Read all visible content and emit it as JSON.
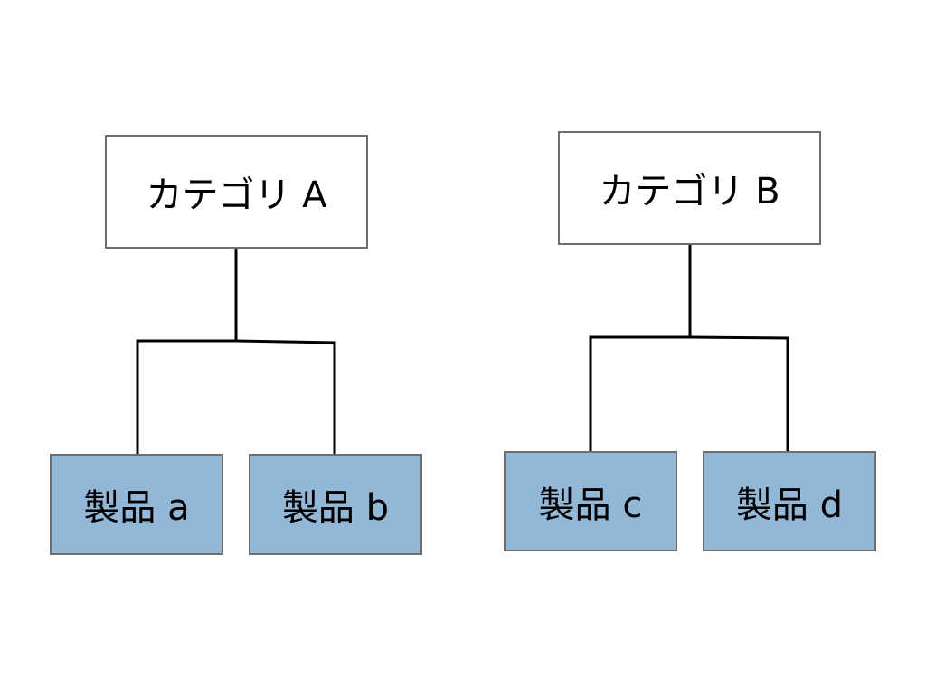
{
  "categories": [
    {
      "label": "カテゴリ A",
      "products": [
        "製品 a",
        "製品 b"
      ]
    },
    {
      "label": "カテゴリ B",
      "products": [
        "製品 c",
        "製品 d"
      ]
    }
  ],
  "colors": {
    "product_fill": "#93b7d7",
    "border": "#6e6e6e",
    "connector": "#000000"
  }
}
